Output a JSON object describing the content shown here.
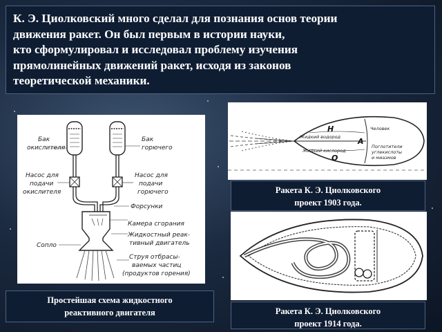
{
  "title": {
    "lines": [
      "К. Э. Циолковский много сделал для познания основ теории",
      "движения ракет. Он был первым в истории науки,",
      "кто сформулировал и исследовал проблему изучения",
      "прямолинейных движений ракет, исходя из законов",
      "теоретической механики."
    ]
  },
  "engine_diagram": {
    "labels": {
      "oxidizer_tank": [
        "Бак",
        "окислителя"
      ],
      "fuel_tank": [
        "Бак",
        "горючего"
      ],
      "oxidizer_pump": [
        "Насос для",
        "подачи",
        "окислителя"
      ],
      "fuel_pump": [
        "Насос для",
        "подачи",
        "горючего"
      ],
      "injectors": "Форсунки",
      "combustion_chamber": "Камера сгорания",
      "engine": [
        "Жидкостный реак-",
        "тивный двигатель"
      ],
      "nozzle": "Сопло",
      "jet": [
        "Струя отбрасы-",
        "ваемых частиц",
        "(продуктов горения)"
      ]
    },
    "caption": [
      "Простейшая схема жидкостного",
      "реактивного двигателя"
    ]
  },
  "rocket_1903": {
    "labels": {
      "H": "Н",
      "A": "А",
      "O": "О",
      "hydrogen": "Жидкий водород",
      "oxygen": "Жидкий кислород",
      "person": "Человек",
      "absorbers": [
        "Поглотители",
        "углекислоты",
        "и миазмов"
      ]
    },
    "caption": [
      "Ракета К. Э. Циолковского",
      "проект 1903 года."
    ]
  },
  "rocket_1914": {
    "caption": [
      "Ракета К. Э. Циолковского",
      "проект 1914 года."
    ]
  },
  "colors": {
    "panel_dark": "#0f1d33",
    "text_light": "#ffffff"
  }
}
